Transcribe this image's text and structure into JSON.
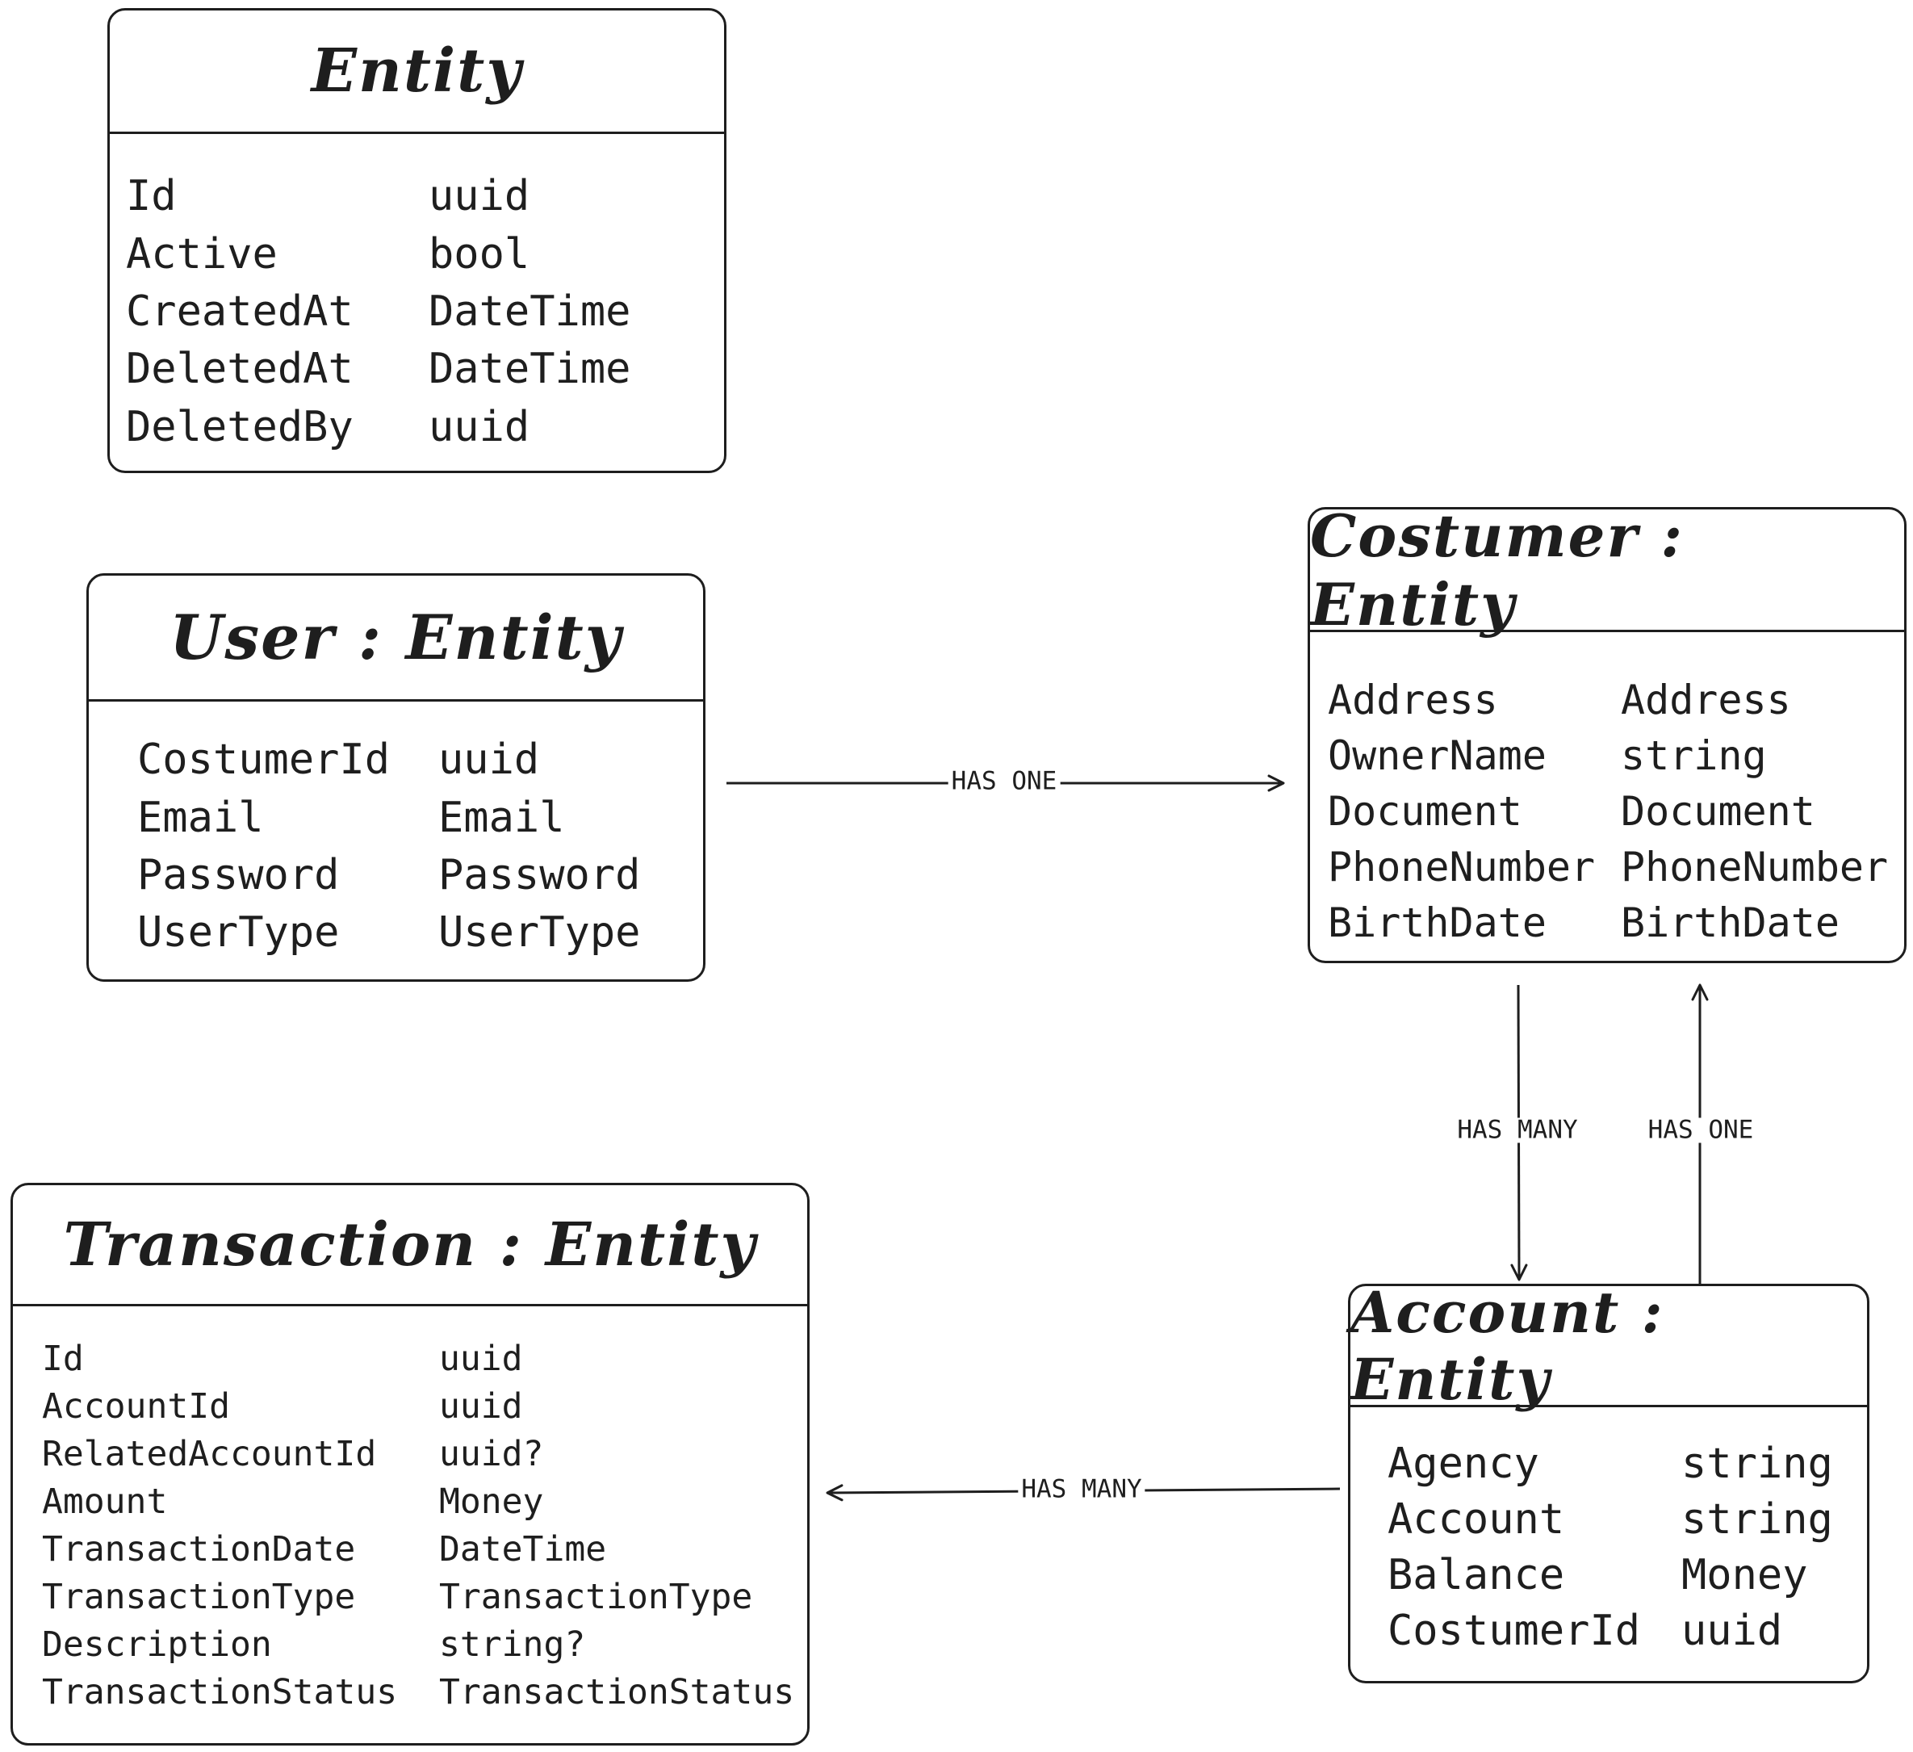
{
  "entities": [
    {
      "id": "entity",
      "title": "Entity",
      "fields": [
        {
          "name": "Id",
          "type": "uuid"
        },
        {
          "name": "Active",
          "type": "bool"
        },
        {
          "name": "CreatedAt",
          "type": "DateTime"
        },
        {
          "name": "DeletedAt",
          "type": "DateTime"
        },
        {
          "name": "DeletedBy",
          "type": "uuid"
        }
      ]
    },
    {
      "id": "user",
      "title": "User : Entity",
      "fields": [
        {
          "name": "CostumerId",
          "type": "uuid"
        },
        {
          "name": "Email",
          "type": "Email"
        },
        {
          "name": "Password",
          "type": "Password"
        },
        {
          "name": "UserType",
          "type": "UserType"
        }
      ]
    },
    {
      "id": "costumer",
      "title": "Costumer : Entity",
      "fields": [
        {
          "name": "Address",
          "type": "Address"
        },
        {
          "name": "OwnerName",
          "type": "string"
        },
        {
          "name": "Document",
          "type": "Document"
        },
        {
          "name": "PhoneNumber",
          "type": "PhoneNumber"
        },
        {
          "name": "BirthDate",
          "type": "BirthDate"
        }
      ]
    },
    {
      "id": "transaction",
      "title": "Transaction : Entity",
      "fields": [
        {
          "name": "Id",
          "type": "uuid"
        },
        {
          "name": "AccountId",
          "type": "uuid"
        },
        {
          "name": "RelatedAccountId",
          "type": "uuid?"
        },
        {
          "name": "Amount",
          "type": "Money"
        },
        {
          "name": "TransactionDate",
          "type": "DateTime"
        },
        {
          "name": "TransactionType",
          "type": "TransactionType"
        },
        {
          "name": "Description",
          "type": "string?"
        },
        {
          "name": "TransactionStatus",
          "type": "TransactionStatus"
        }
      ]
    },
    {
      "id": "account",
      "title": "Account : Entity",
      "fields": [
        {
          "name": "Agency",
          "type": "string"
        },
        {
          "name": "Account",
          "type": "string"
        },
        {
          "name": "Balance",
          "type": "Money"
        },
        {
          "name": "CostumerId",
          "type": "uuid"
        }
      ]
    }
  ],
  "relations": [
    {
      "id": "user-costumer",
      "label": "HAS ONE",
      "from": "user",
      "to": "costumer"
    },
    {
      "id": "costumer-account",
      "label": "HAS MANY",
      "from": "costumer",
      "to": "account"
    },
    {
      "id": "account-costumer",
      "label": "HAS ONE",
      "from": "account",
      "to": "costumer"
    },
    {
      "id": "account-transaction",
      "label": "HAS MANY",
      "from": "account",
      "to": "transaction"
    }
  ],
  "colors": {
    "stroke": "#1e1e1e",
    "background": "#ffffff"
  }
}
